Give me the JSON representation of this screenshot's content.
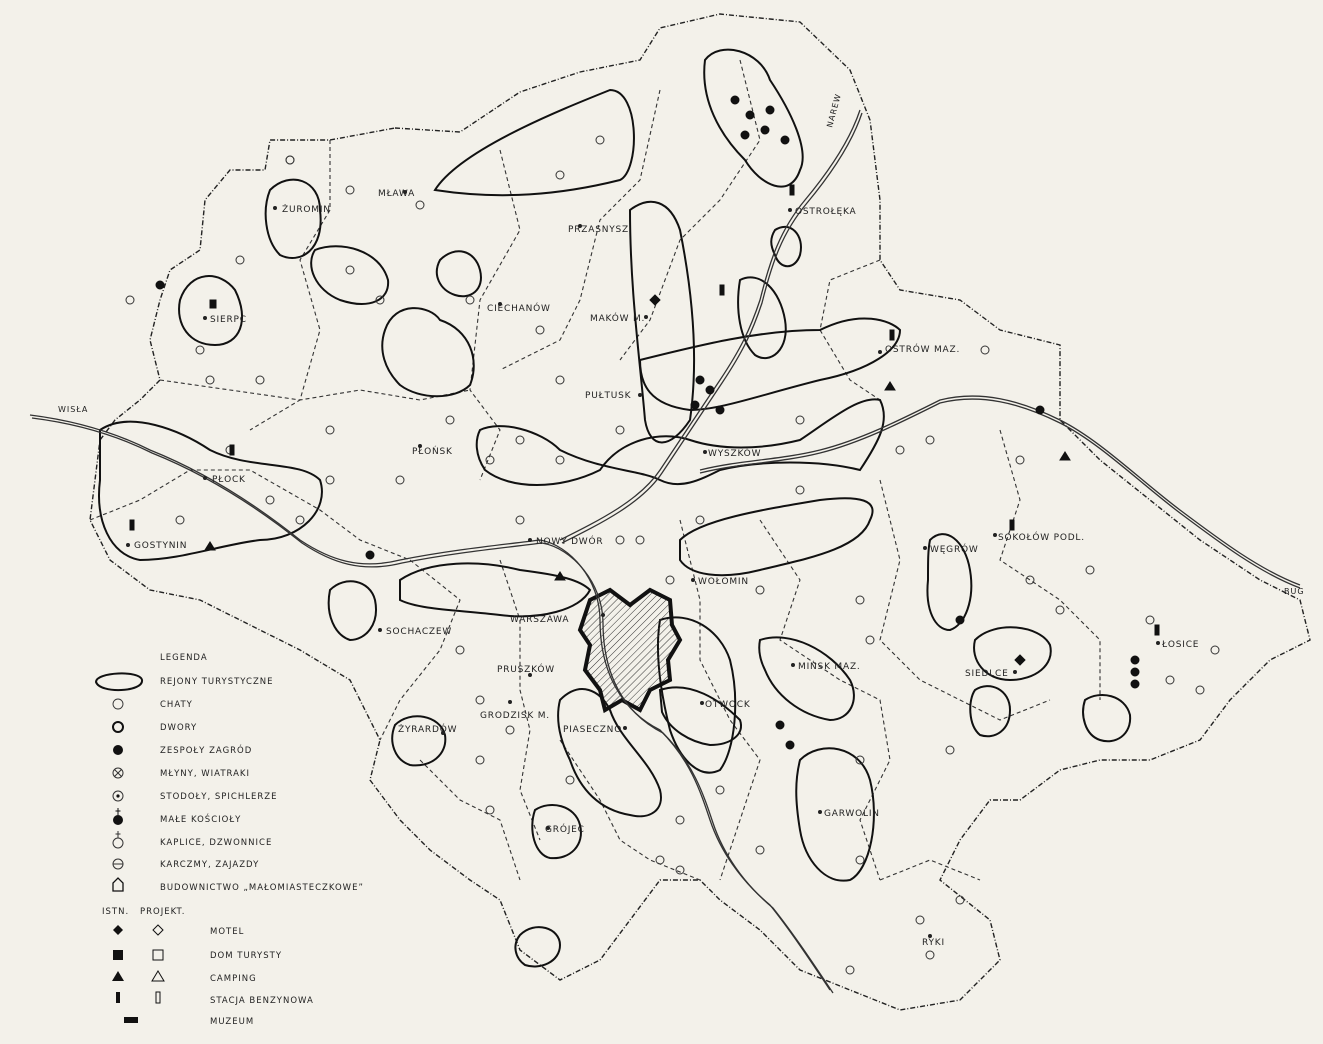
{
  "map": {
    "rivers": [
      {
        "id": "wisla",
        "label": "WISŁA"
      },
      {
        "id": "narew",
        "label": "NAREW"
      },
      {
        "id": "bug",
        "label": "BUG"
      }
    ],
    "cities": [
      {
        "id": "warszawa",
        "label": "WARSZAWA"
      },
      {
        "id": "ciechanow",
        "label": "CIECHANÓW"
      },
      {
        "id": "ostroleka",
        "label": "OSTROŁĘKA"
      },
      {
        "id": "plock",
        "label": "PŁOCK"
      },
      {
        "id": "siedlce",
        "label": "SIEDLCE"
      },
      {
        "id": "mlawa",
        "label": "MŁAWA"
      },
      {
        "id": "zuromin",
        "label": "ŻUROMIN"
      },
      {
        "id": "sierpc",
        "label": "SIERPC"
      },
      {
        "id": "przasnysz",
        "label": "PRZASNYSZ"
      },
      {
        "id": "makow",
        "label": "MAKÓW M."
      },
      {
        "id": "ostrow",
        "label": "OSTRÓW MAZ."
      },
      {
        "id": "pultusk",
        "label": "PUŁTUSK"
      },
      {
        "id": "plonsk",
        "label": "PŁOŃSK"
      },
      {
        "id": "wyszkow",
        "label": "WYSZKÓW"
      },
      {
        "id": "gostynin",
        "label": "GOSTYNIN"
      },
      {
        "id": "nowydwor",
        "label": "NOWY DWÓR"
      },
      {
        "id": "wolomin",
        "label": "WOŁOMIN"
      },
      {
        "id": "wegrow",
        "label": "WĘGRÓW"
      },
      {
        "id": "sokolow",
        "label": "SOKOŁÓW PODL."
      },
      {
        "id": "losice",
        "label": "ŁOSICE"
      },
      {
        "id": "sochaczew",
        "label": "SOCHACZEW"
      },
      {
        "id": "pruszkow",
        "label": "PRUSZKÓW"
      },
      {
        "id": "minsk",
        "label": "MIŃSK MAZ."
      },
      {
        "id": "grodzisk",
        "label": "GRODZISK M."
      },
      {
        "id": "zyrardow",
        "label": "ŻYRARDÓW"
      },
      {
        "id": "piaseczno",
        "label": "PIASECZNO"
      },
      {
        "id": "otwock",
        "label": "OTWOCK"
      },
      {
        "id": "garwolin",
        "label": "GARWOLIN"
      },
      {
        "id": "grojec",
        "label": "GRÓJEC"
      },
      {
        "id": "ryki",
        "label": "RYKI"
      }
    ]
  },
  "legend": {
    "title": "LEGENDA",
    "items": [
      {
        "symbol": "region",
        "label": "REJONY TURYSTYCZNE"
      },
      {
        "symbol": "circle-thin",
        "label": "CHATY"
      },
      {
        "symbol": "circle-thick",
        "label": "DWORY"
      },
      {
        "symbol": "circle-filled",
        "label": "ZESPOŁY ZAGRÓD"
      },
      {
        "symbol": "circle-x",
        "label": "MŁYNY, WIATRAKI"
      },
      {
        "symbol": "circle-dot",
        "label": "STODOŁY, SPICHLERZE"
      },
      {
        "symbol": "circle-filled-cross",
        "label": "MAŁE KOŚCIOŁY"
      },
      {
        "symbol": "circle-cross",
        "label": "KAPLICE, DZWONNICE"
      },
      {
        "symbol": "circle-bar",
        "label": "KARCZMY, ZAJAZDY"
      },
      {
        "symbol": "house",
        "label": "BUDOWNICTWO „MAŁOMIASTECZKOWE”"
      }
    ],
    "facilities_header": {
      "existing": "ISTN.",
      "projected": "PROJEKT."
    },
    "facilities": [
      {
        "symbol": "diamond",
        "label": "MOTEL"
      },
      {
        "symbol": "square",
        "label": "DOM TURYSTY"
      },
      {
        "symbol": "triangle",
        "label": "CAMPING"
      },
      {
        "symbol": "rect-v",
        "label": "STACJA BENZYNOWA"
      },
      {
        "symbol": "rect-h",
        "label": "MUZEUM",
        "existing_only": true
      }
    ]
  }
}
